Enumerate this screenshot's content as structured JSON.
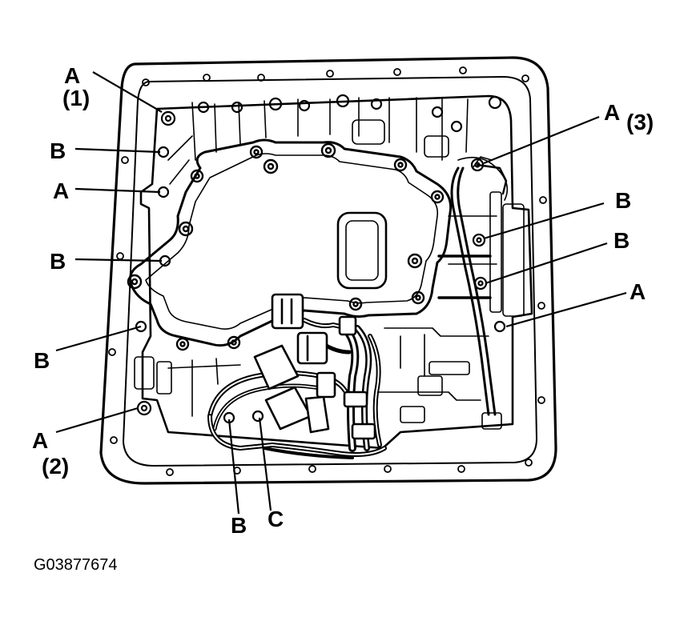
{
  "figure_code": "G03877674",
  "labels": {
    "a1_letter": "A",
    "a1_num": "(1)",
    "b_left_1": "B",
    "a_left": "A",
    "b_left_2": "B",
    "b_left_3": "B",
    "a2_letter": "A",
    "a2_num": "(2)",
    "b_bottom": "B",
    "c_bottom": "C",
    "a3_letter": "A",
    "a3_num": "(3)",
    "b_right_1": "B",
    "b_right_2": "B",
    "a_right": "A"
  },
  "colors": {
    "ink": "#000000",
    "background": "#ffffff"
  }
}
